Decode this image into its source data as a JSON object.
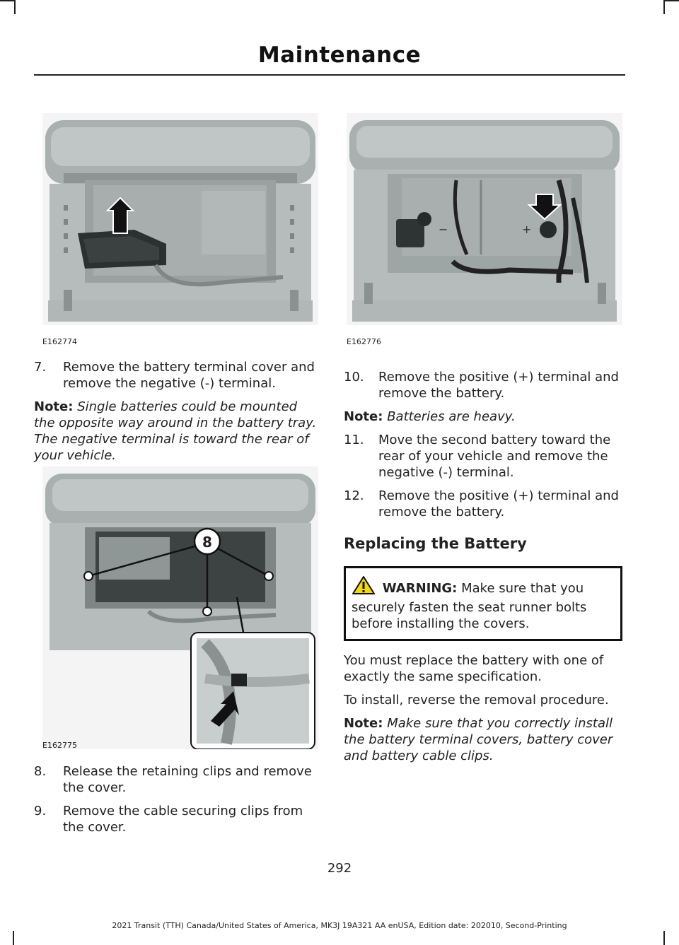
{
  "header": {
    "title": "Maintenance"
  },
  "figures": [
    {
      "code": "E162774"
    },
    {
      "code": "E162776"
    },
    {
      "code": "E162775",
      "callout": "8"
    }
  ],
  "left_col": {
    "step7_num": "7.",
    "step7_text": "Remove the battery terminal cover and remove the negative (-) terminal.",
    "note1_label": "Note:",
    "note1_text": "Single batteries could be mounted the opposite way around in the battery tray. The negative terminal is toward the rear of your vehicle.",
    "step8_num": "8.",
    "step8_text": "Release the retaining clips and remove the cover.",
    "step9_num": "9.",
    "step9_text": "Remove the cable securing clips from the cover."
  },
  "right_col": {
    "step10_num": "10.",
    "step10_text": "Remove the positive (+) terminal and remove the battery.",
    "note2_label": "Note:",
    "note2_text": "Batteries are heavy.",
    "step11_num": "11.",
    "step11_text": "Move the second battery toward the rear of your vehicle and remove the negative (-) terminal.",
    "step12_num": "12.",
    "step12_text": "Remove the positive (+) terminal and remove the battery.",
    "heading": "Replacing the Battery",
    "warning_label": "WARNING:",
    "warning_text": "Make sure that you securely fasten the seat runner bolts before installing the covers.",
    "para1": "You must replace the battery with one of exactly the same specification.",
    "para2": "To install, reverse the removal procedure.",
    "note3_label": "Note:",
    "note3_text": "Make sure that you correctly install the battery terminal covers, battery cover and battery cable clips."
  },
  "footer": {
    "page_number": "292",
    "edition": "2021 Transit (TTH) Canada/United States of America, MK3J 19A321 AA enUSA, Edition date: 202010, Second-Printing"
  }
}
